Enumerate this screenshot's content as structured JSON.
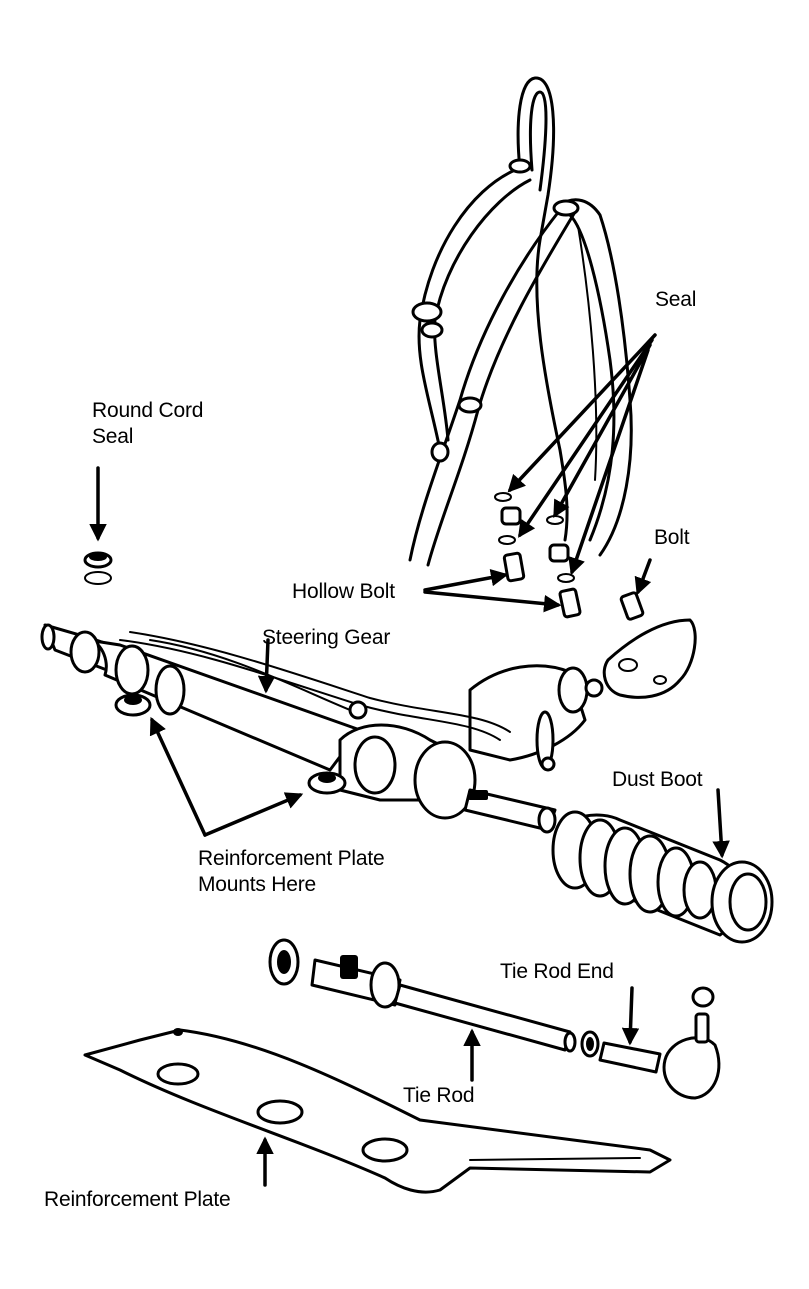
{
  "labels": {
    "seal": "Seal",
    "round_cord_seal_line1": "Round Cord",
    "round_cord_seal_line2": "Seal",
    "bolt": "Bolt",
    "hollow_bolt": "Hollow Bolt",
    "steering_gear": "Steering Gear",
    "dust_boot": "Dust Boot",
    "reinforcement_plate_mounts_line1": "Reinforcement Plate",
    "reinforcement_plate_mounts_line2": "Mounts Here",
    "tie_rod_end": "Tie Rod End",
    "tie_rod": "Tie Rod",
    "reinforcement_plate": "Reinforcement Plate"
  },
  "colors": {
    "ink": "#000000",
    "paper": "#ffffff"
  }
}
